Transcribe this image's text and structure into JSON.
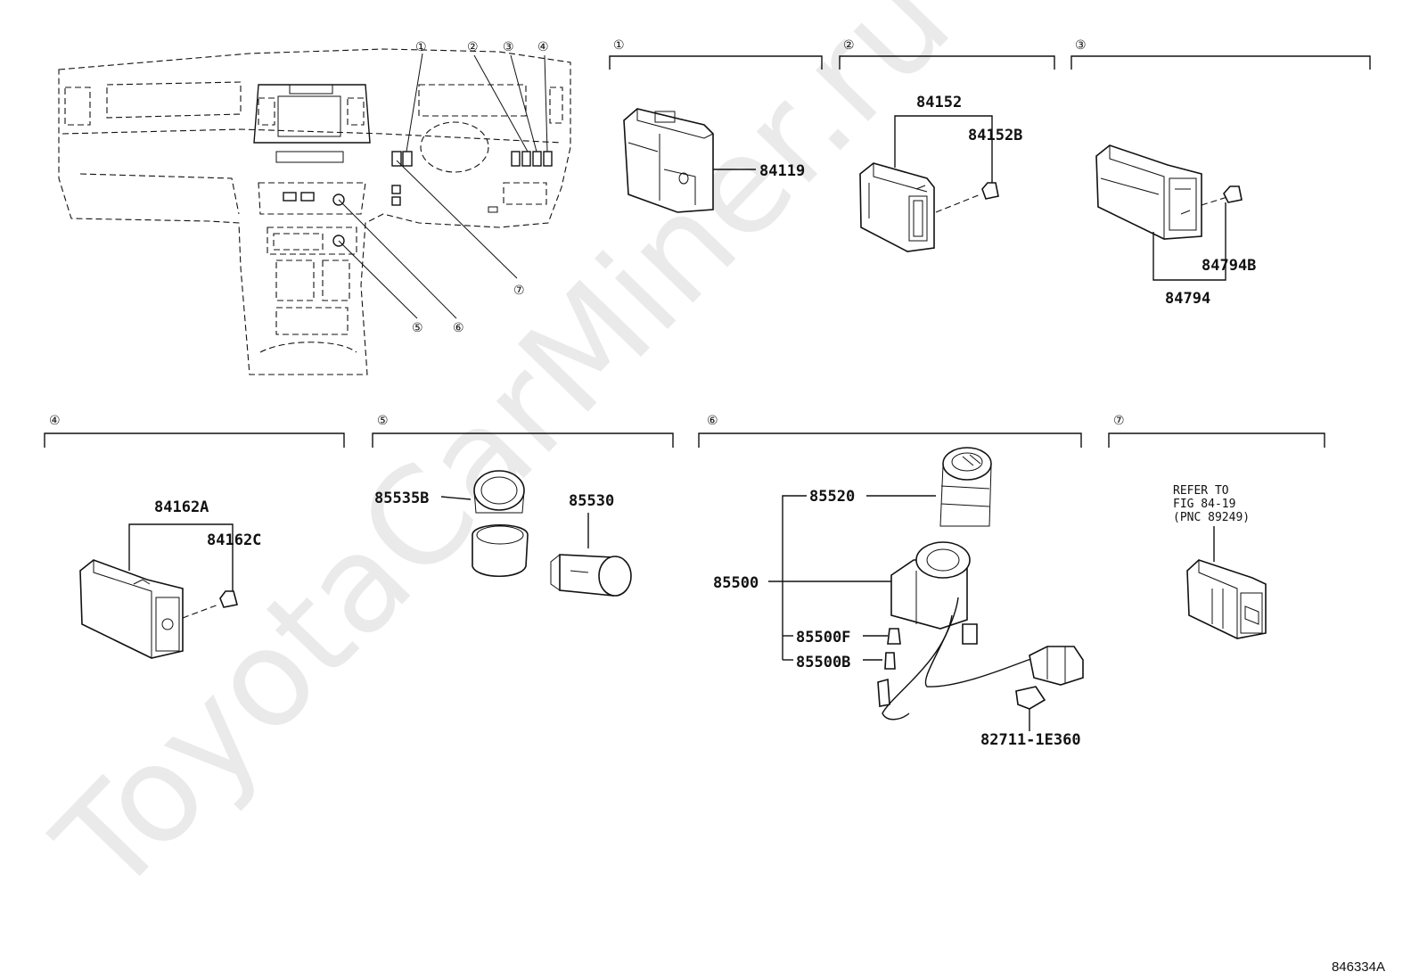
{
  "watermark": "ToyotaCarMiner.ru",
  "figure_id": "846334A",
  "overview": {
    "callouts": [
      "①",
      "②",
      "③",
      "④",
      "⑤",
      "⑥",
      "⑦"
    ]
  },
  "sections": [
    {
      "num": "①",
      "parts": [
        "84119"
      ]
    },
    {
      "num": "②",
      "parts": [
        "84152",
        "84152B"
      ]
    },
    {
      "num": "③",
      "parts": [
        "84794B",
        "84794"
      ]
    },
    {
      "num": "④",
      "parts": [
        "84162A",
        "84162C"
      ]
    },
    {
      "num": "⑤",
      "parts": [
        "85535B",
        "85530"
      ]
    },
    {
      "num": "⑥",
      "parts": [
        "85520",
        "85500",
        "85500F",
        "85500B",
        "82711-1E360"
      ]
    },
    {
      "num": "⑦",
      "refer": [
        "REFER TO",
        "FIG 84-19",
        "(PNC 89249)"
      ]
    }
  ]
}
